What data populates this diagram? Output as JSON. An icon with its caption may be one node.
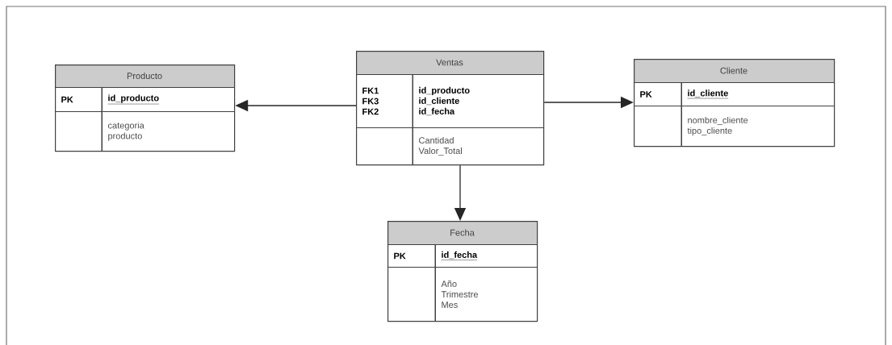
{
  "diagram": {
    "nodes": [
      {
        "text": [
          "Producto"
        ]
      },
      {
        "text": [
          "PK"
        ],
        "in": 0
      },
      {
        "text": [
          "id_producto"
        ],
        "in": 0
      },
      {
        "text": [
          "categoria",
          "producto"
        ],
        "in": 0
      },
      {
        "text": [
          "Ventas"
        ]
      },
      {
        "text": [
          "FK1",
          "FK3",
          "FK2"
        ],
        "in": 4
      },
      {
        "text": [
          "id_producto",
          "id_cliente",
          "id_fecha"
        ],
        "in": 4
      },
      {
        "text": [
          "Cantidad",
          "Valor_Total"
        ],
        "in": 4
      },
      {
        "text": [
          "Cliente"
        ]
      },
      {
        "text": [
          "PK"
        ],
        "in": 8
      },
      {
        "text": [
          "id_cliente"
        ],
        "in": 8
      },
      {
        "text": [
          "nombre_cliente",
          "tipo_cliente"
        ],
        "in": 8
      },
      {
        "text": [
          "Fecha"
        ]
      },
      {
        "text": [
          "PK"
        ],
        "in": 12
      },
      {
        "text": [
          "id_fecha"
        ],
        "in": 12
      },
      {
        "text": [
          "Año",
          "Trimestre",
          "Mes"
        ],
        "in": 12
      }
    ],
    "edges": [
      {
        "from": 4,
        "to": 0,
        "arrow": "to"
      },
      {
        "from": 4,
        "to": 8,
        "arrow": "to"
      },
      {
        "from": 4,
        "to": 12,
        "arrow": "to"
      }
    ]
  }
}
